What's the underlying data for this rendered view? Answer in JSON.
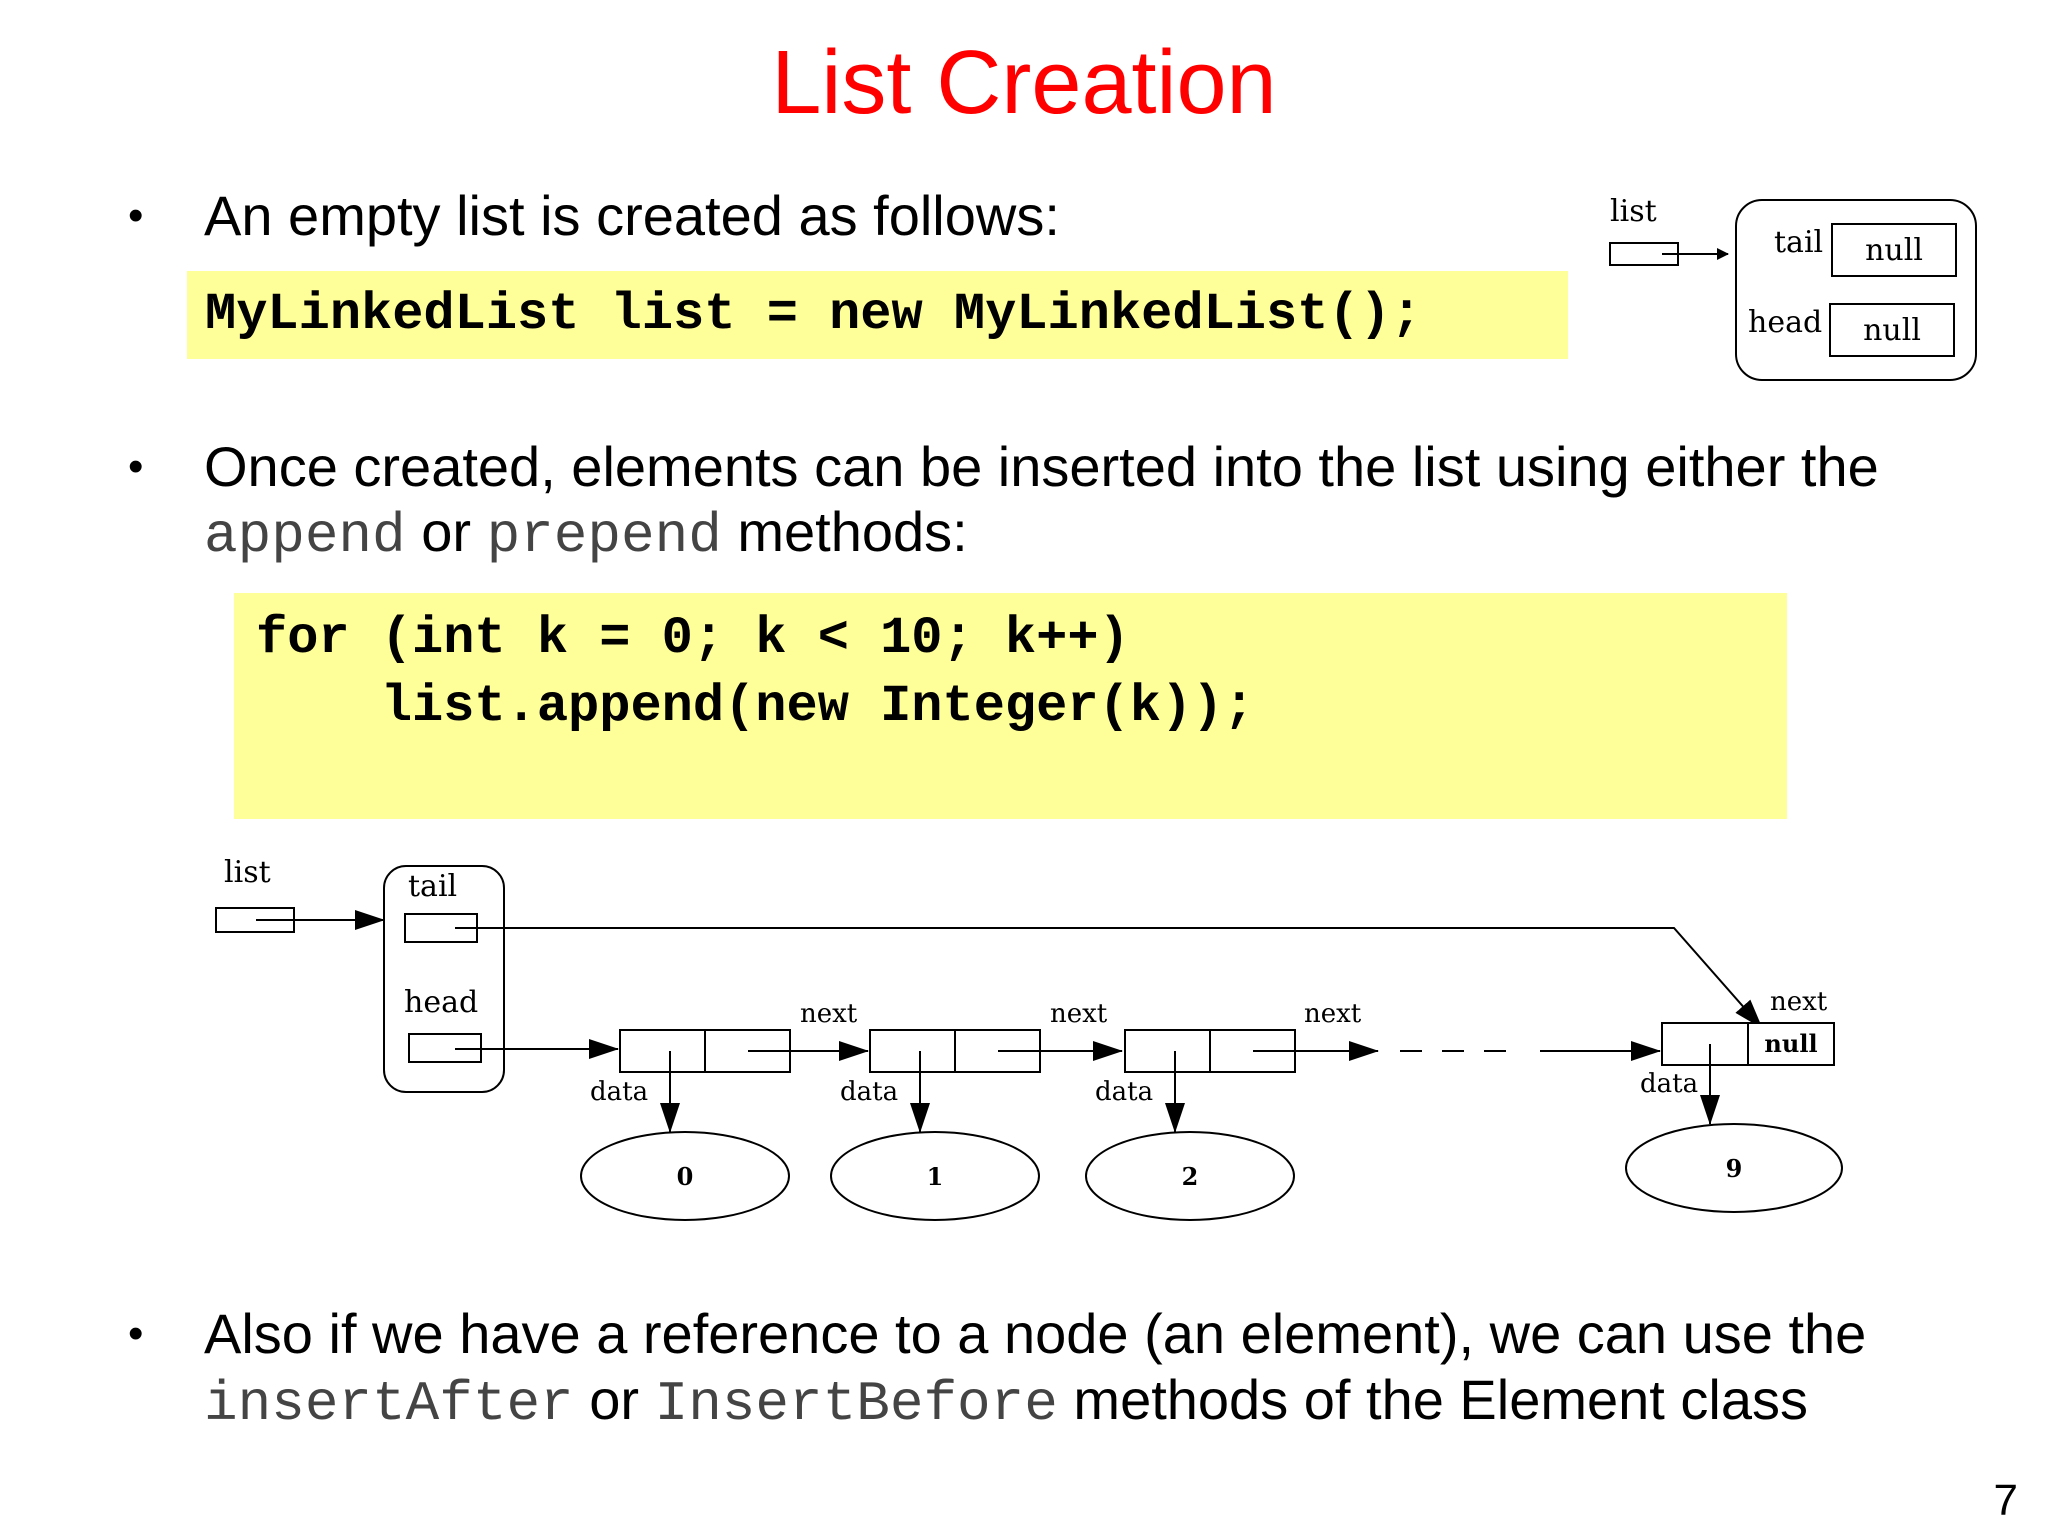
{
  "title": "List Creation",
  "bullets": [
    {
      "text": "An empty list is created as follows:"
    },
    {
      "line1": "Once created, elements can be inserted into the list using either the",
      "code1": "append",
      "mid": " or ",
      "code2": "prepend",
      "end": "  methods:"
    },
    {
      "line1": "Also if we have a reference to a node (an element), we can use the",
      "code1": "insertAfter",
      "mid": " or ",
      "code2": "InsertBefore",
      "end": " methods of the Element class"
    }
  ],
  "code_blocks": {
    "create": "MyLinkedList list = new MyLinkedList();",
    "loop_line1": "for (int k = 0; k < 10; k++)",
    "loop_line2": "    list.append(new Integer(k));"
  },
  "diagram_small": {
    "list_label": "list",
    "tail_label": "tail",
    "head_label": "head",
    "tail_value": "null",
    "head_value": "null"
  },
  "diagram_large": {
    "list_label": "list",
    "tail_label": "tail",
    "head_label": "head",
    "next_label": "next",
    "data_label": "data",
    "null_label": "null",
    "values": [
      "0",
      "1",
      "2",
      "9"
    ]
  },
  "page_number": "7",
  "colors": {
    "title": "#ff0000",
    "code_background": "#ffff99"
  }
}
